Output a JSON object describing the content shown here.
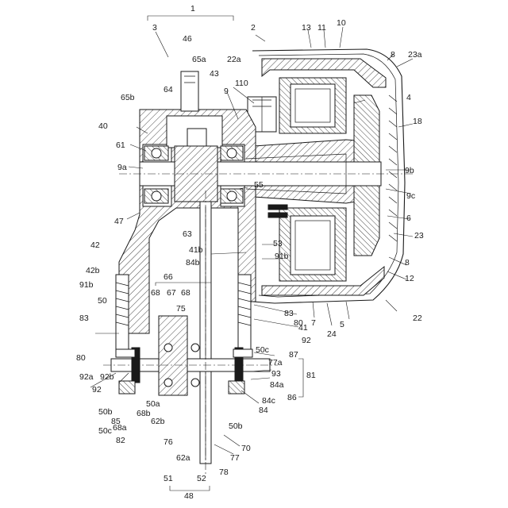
{
  "labels": [
    {
      "id": "1",
      "t": "1"
    },
    {
      "id": "2",
      "t": "2"
    },
    {
      "id": "3",
      "t": "3"
    },
    {
      "id": "4",
      "t": "4"
    },
    {
      "id": "5",
      "t": "5"
    },
    {
      "id": "6",
      "t": "6"
    },
    {
      "id": "7",
      "t": "7"
    },
    {
      "id": "8a",
      "t": "8"
    },
    {
      "id": "8b",
      "t": "8"
    },
    {
      "id": "9",
      "t": "9"
    },
    {
      "id": "9a",
      "t": "9a"
    },
    {
      "id": "9b",
      "t": "9b"
    },
    {
      "id": "9c",
      "t": "9c"
    },
    {
      "id": "10",
      "t": "10"
    },
    {
      "id": "11",
      "t": "11"
    },
    {
      "id": "12",
      "t": "12"
    },
    {
      "id": "13",
      "t": "13"
    },
    {
      "id": "18",
      "t": "18"
    },
    {
      "id": "22",
      "t": "22"
    },
    {
      "id": "22a",
      "t": "22a"
    },
    {
      "id": "23",
      "t": "23"
    },
    {
      "id": "23a",
      "t": "23a"
    },
    {
      "id": "24",
      "t": "24"
    },
    {
      "id": "40",
      "t": "40"
    },
    {
      "id": "41",
      "t": "41"
    },
    {
      "id": "41b",
      "t": "41b"
    },
    {
      "id": "42",
      "t": "42"
    },
    {
      "id": "42b",
      "t": "42b"
    },
    {
      "id": "43",
      "t": "43"
    },
    {
      "id": "46",
      "t": "46"
    },
    {
      "id": "47",
      "t": "47"
    },
    {
      "id": "48",
      "t": "48"
    },
    {
      "id": "50a",
      "t": "50"
    },
    {
      "id": "50b1",
      "t": "50b"
    },
    {
      "id": "50b2",
      "t": "50b"
    },
    {
      "id": "50c1",
      "t": "50c"
    },
    {
      "id": "50c2",
      "t": "50c"
    },
    {
      "id": "50x",
      "t": "50a"
    },
    {
      "id": "51",
      "t": "51"
    },
    {
      "id": "52",
      "t": "52"
    },
    {
      "id": "53",
      "t": "53"
    },
    {
      "id": "55",
      "t": "55"
    },
    {
      "id": "61",
      "t": "61"
    },
    {
      "id": "62a",
      "t": "62a"
    },
    {
      "id": "62b",
      "t": "62b"
    },
    {
      "id": "63",
      "t": "63"
    },
    {
      "id": "64",
      "t": "64"
    },
    {
      "id": "65a",
      "t": "65a"
    },
    {
      "id": "65b",
      "t": "65b"
    },
    {
      "id": "66",
      "t": "66"
    },
    {
      "id": "67",
      "t": "67"
    },
    {
      "id": "68a",
      "t": "68"
    },
    {
      "id": "68b",
      "t": "68"
    },
    {
      "id": "68x",
      "t": "68a"
    },
    {
      "id": "68y",
      "t": "68b"
    },
    {
      "id": "70",
      "t": "70"
    },
    {
      "id": "75",
      "t": "75"
    },
    {
      "id": "76",
      "t": "76"
    },
    {
      "id": "77",
      "t": "77"
    },
    {
      "id": "77a",
      "t": "77a"
    },
    {
      "id": "78",
      "t": "78"
    },
    {
      "id": "80a",
      "t": "80"
    },
    {
      "id": "80b",
      "t": "80"
    },
    {
      "id": "81",
      "t": "81"
    },
    {
      "id": "82",
      "t": "82"
    },
    {
      "id": "83a",
      "t": "83"
    },
    {
      "id": "83b",
      "t": "83"
    },
    {
      "id": "84a",
      "t": "84a"
    },
    {
      "id": "84b",
      "t": "84b"
    },
    {
      "id": "84c",
      "t": "84c"
    },
    {
      "id": "84",
      "t": "84"
    },
    {
      "id": "85",
      "t": "85"
    },
    {
      "id": "86",
      "t": "86"
    },
    {
      "id": "87",
      "t": "87"
    },
    {
      "id": "91b1",
      "t": "91b"
    },
    {
      "id": "91b2",
      "t": "91b"
    },
    {
      "id": "92a",
      "t": "92a"
    },
    {
      "id": "92b",
      "t": "92b"
    },
    {
      "id": "92c",
      "t": "92"
    },
    {
      "id": "92d",
      "t": "92"
    },
    {
      "id": "93",
      "t": "93"
    },
    {
      "id": "110",
      "t": "110"
    }
  ]
}
